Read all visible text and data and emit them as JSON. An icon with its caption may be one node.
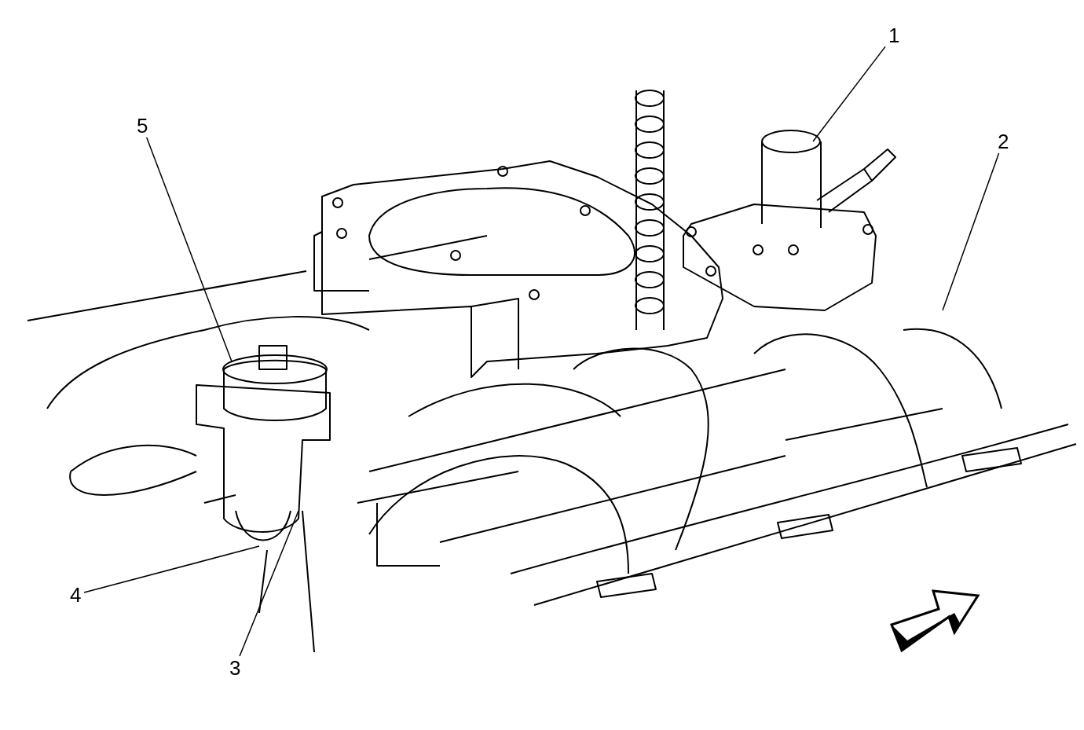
{
  "diagram": {
    "nodes": [
      {
        "text": [
          "1"
        ]
      },
      {
        "text": [
          "5"
        ]
      },
      {
        "text": [
          "2"
        ]
      },
      {
        "text": [
          "4"
        ]
      },
      {
        "text": [
          "3"
        ]
      }
    ],
    "edges": [
      {
        "from": 0,
        "to": null,
        "arrow": "none"
      },
      {
        "from": 1,
        "to": null,
        "arrow": "none"
      },
      {
        "from": 2,
        "to": null,
        "arrow": "none"
      },
      {
        "from": 3,
        "to": null,
        "arrow": "none"
      },
      {
        "from": 4,
        "to": null,
        "arrow": "none"
      }
    ]
  }
}
